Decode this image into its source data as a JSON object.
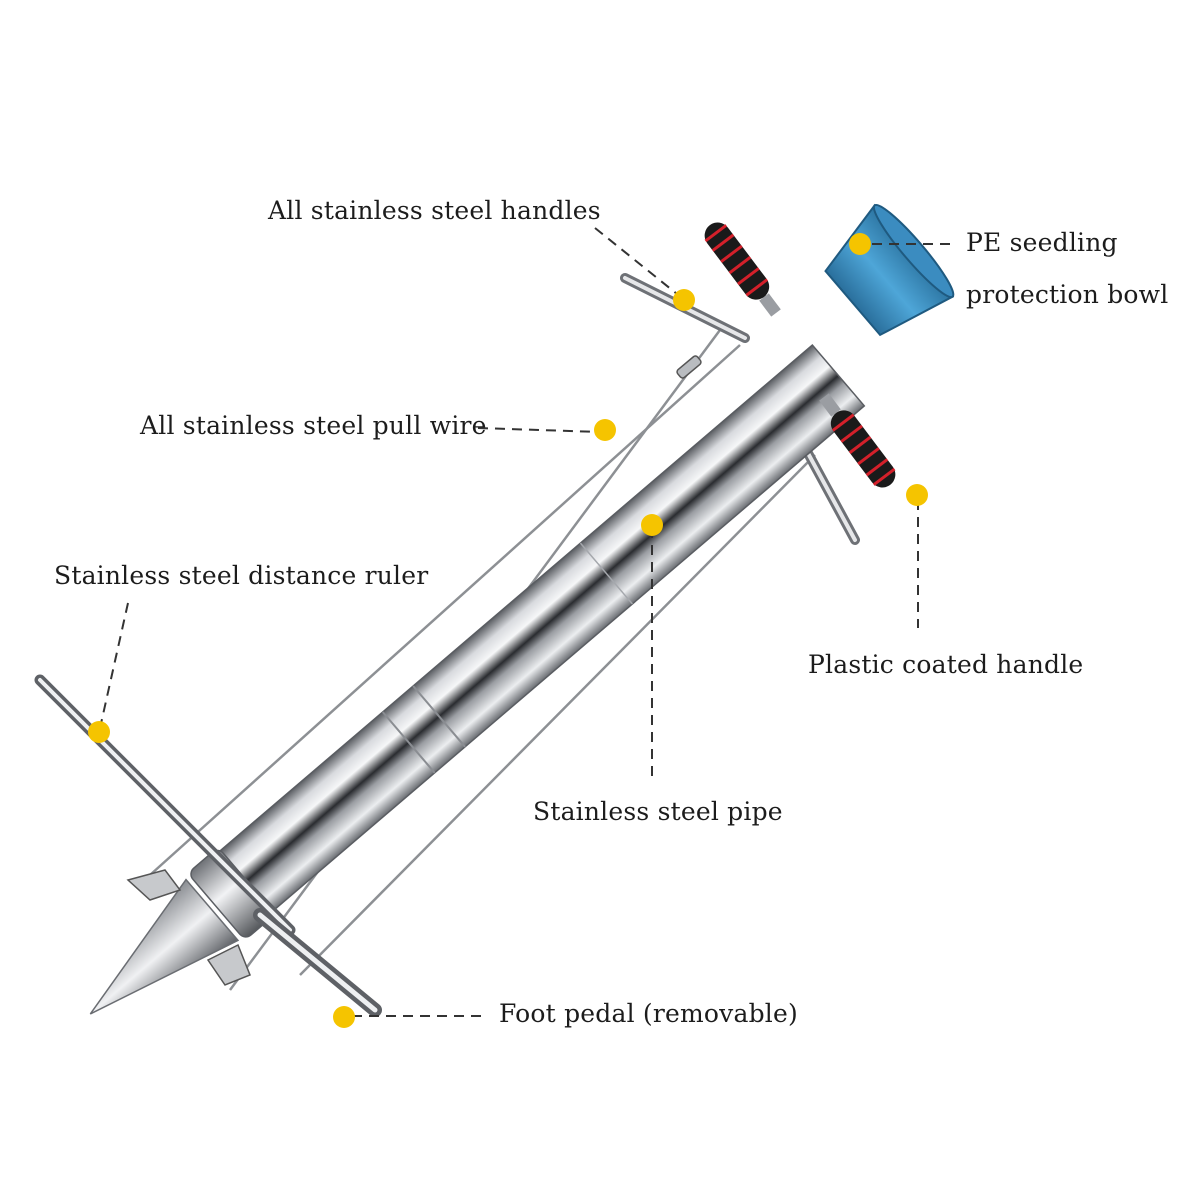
{
  "labels": {
    "handles": "All stainless steel handles",
    "bowl_line1": "PE seedling",
    "bowl_line2": "protection bowl",
    "pull_wire": "All stainless steel pull wire",
    "ruler": "Stainless steel distance ruler",
    "plastic_handle": "Plastic coated handle",
    "pipe": "Stainless steel pipe",
    "pedal": "Foot pedal (removable)"
  },
  "colors": {
    "marker": "#f5c400",
    "leader": "#333333",
    "steel_dark": "#4a4d52",
    "steel_light": "#f4f5f7",
    "bowl": "#3d8fc2",
    "grip": "#1a1a1a",
    "grip_stripe": "#d4202a"
  }
}
